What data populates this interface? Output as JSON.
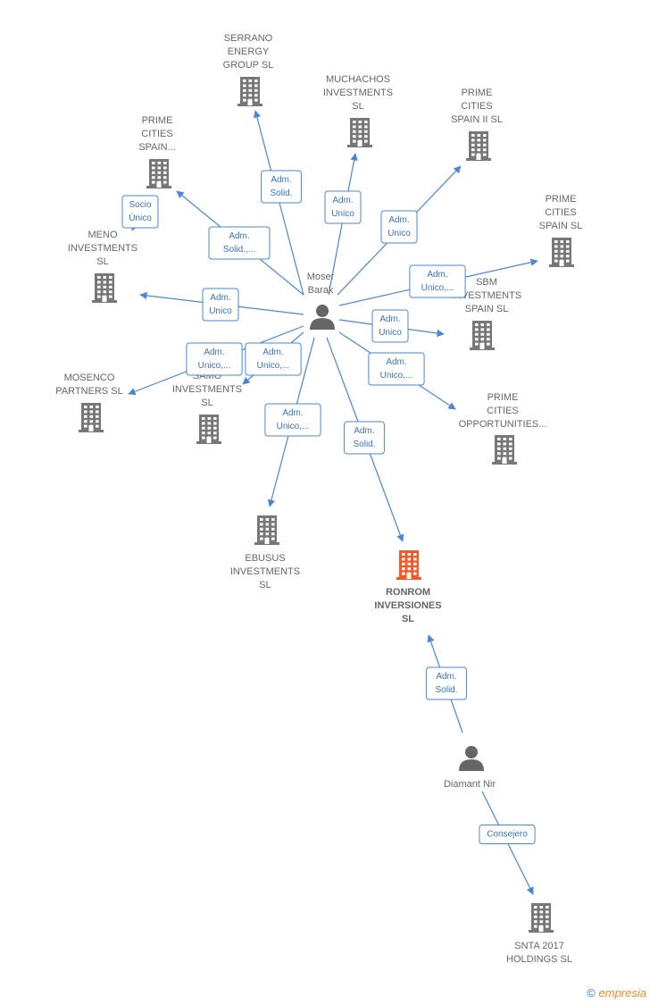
{
  "colors": {
    "edge": "#4a86d8",
    "company": "#777777",
    "focus_company": "#f25a29",
    "person": "#666666",
    "text": "#666666"
  },
  "nodes": [
    {
      "id": "serrano",
      "type": "company",
      "lines": [
        "SERRANO",
        "ENERGY",
        "GROUP  SL"
      ]
    },
    {
      "id": "muchachos",
      "type": "company",
      "lines": [
        "MUCHACHOS",
        "INVESTMENTS",
        "SL"
      ]
    },
    {
      "id": "prime_ii",
      "type": "company",
      "lines": [
        "PRIME",
        "CITIES",
        "SPAIN II  SL"
      ]
    },
    {
      "id": "prime_dots",
      "type": "company",
      "lines": [
        "PRIME",
        "CITIES",
        "SPAIN..."
      ]
    },
    {
      "id": "prime_sl",
      "type": "company",
      "lines": [
        "PRIME",
        "CITIES",
        "SPAIN  SL"
      ]
    },
    {
      "id": "meno",
      "type": "company",
      "lines": [
        "MENO",
        "INVESTMENTS",
        "SL"
      ]
    },
    {
      "id": "sbm",
      "type": "company",
      "lines": [
        "SBM",
        "INVESTMENTS",
        "SPAIN  SL"
      ]
    },
    {
      "id": "mosenco",
      "type": "company",
      "lines": [
        "MOSENCO",
        "PARTNERS  SL"
      ]
    },
    {
      "id": "samo",
      "type": "company",
      "lines": [
        "SAMO",
        "INVESTMENTS",
        "SL"
      ]
    },
    {
      "id": "prime_opp",
      "type": "company",
      "lines": [
        "PRIME",
        "CITIES",
        "OPPORTUNITIES..."
      ]
    },
    {
      "id": "ebusus",
      "type": "company",
      "lines": [
        "EBUSUS",
        "INVESTMENTS",
        "SL"
      ]
    },
    {
      "id": "ronrom",
      "type": "focus",
      "lines": [
        "RONROM",
        "INVERSIONES",
        "SL"
      ]
    },
    {
      "id": "snta",
      "type": "company",
      "lines": [
        "SNTA 2017",
        "HOLDINGS  SL"
      ]
    },
    {
      "id": "moser",
      "type": "person",
      "lines": [
        "Moser",
        "Barak"
      ]
    },
    {
      "id": "diamant",
      "type": "person",
      "lines": [
        "Diamant Nir"
      ]
    }
  ],
  "edges": [
    {
      "from": "moser",
      "to": "serrano",
      "lines": [
        "Adm.",
        "Solid."
      ]
    },
    {
      "from": "moser",
      "to": "muchachos",
      "lines": [
        "Adm.",
        "Unico"
      ]
    },
    {
      "from": "moser",
      "to": "prime_ii",
      "lines": [
        "Adm.",
        "Unico"
      ]
    },
    {
      "from": "moser",
      "to": "prime_dots",
      "lines": [
        "Adm.",
        "Solid.,..."
      ]
    },
    {
      "from": "prime_dots",
      "to": "meno",
      "lines": [
        "Socio",
        "Único"
      ]
    },
    {
      "from": "moser",
      "to": "prime_sl",
      "lines": [
        "Adm.",
        "Unico,..."
      ]
    },
    {
      "from": "moser",
      "to": "meno",
      "lines": [
        "Adm.",
        "Unico"
      ]
    },
    {
      "from": "moser",
      "to": "sbm",
      "lines": [
        "Adm.",
        "Unico"
      ]
    },
    {
      "from": "moser",
      "to": "mosenco",
      "lines": [
        "Adm.",
        "Unico,..."
      ]
    },
    {
      "from": "moser",
      "to": "samo",
      "lines": [
        "Adm.",
        "Unico,..."
      ]
    },
    {
      "from": "moser",
      "to": "prime_opp",
      "lines": [
        "Adm.",
        "Unico,..."
      ]
    },
    {
      "from": "moser",
      "to": "ebusus",
      "lines": [
        "Adm.",
        "Unico,..."
      ]
    },
    {
      "from": "moser",
      "to": "ronrom",
      "lines": [
        "Adm.",
        "Solid."
      ]
    },
    {
      "from": "diamant",
      "to": "ronrom",
      "lines": [
        "Adm.",
        "Solid."
      ]
    },
    {
      "from": "diamant",
      "to": "snta",
      "lines": [
        "Consejero"
      ]
    }
  ],
  "logo": {
    "symbol": "©",
    "text": "mpresia",
    "initial": "e"
  }
}
